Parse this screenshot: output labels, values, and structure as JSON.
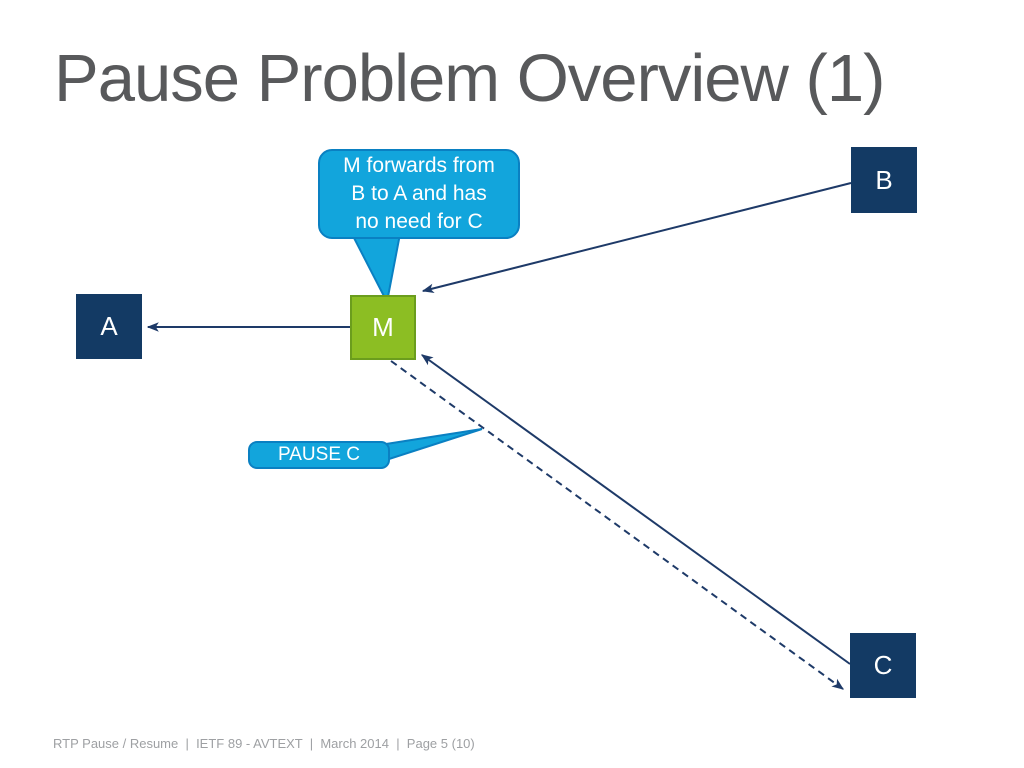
{
  "title": "Pause Problem Overview (1)",
  "nodes": {
    "a": "A",
    "b": "B",
    "c": "C",
    "m": "M"
  },
  "bubble": {
    "lines": [
      "M forwards from",
      "B to A and has",
      "no need for C"
    ]
  },
  "pause_callout": {
    "label": "PAUSE C"
  },
  "edges": [
    {
      "name": "b-to-m",
      "from": "B",
      "to": "M",
      "style": "solid-arrow"
    },
    {
      "name": "through-m",
      "from": "M top-right corner",
      "to": "M left edge",
      "style": "solid-arrow"
    },
    {
      "name": "m-to-a",
      "from": "M",
      "to": "A",
      "style": "solid-arrow"
    },
    {
      "name": "c-to-m",
      "from": "C",
      "to": "M",
      "style": "solid-arrow"
    },
    {
      "name": "m-to-c-paused",
      "from": "M",
      "to": "C",
      "style": "dashed-arrow"
    }
  ],
  "footer": "RTP Pause / Resume  |  IETF 89 - AVTEXT  |  March 2014  |  Page 5 (10)",
  "colors": {
    "navy": "#133A64",
    "green": "#8CBE23",
    "green_border": "#6B9D1D",
    "cyan": "#12A5DC",
    "cyan_border": "#0A80C2",
    "line": "#1E3A68",
    "title_gray": "#58595B",
    "footer_gray": "#9EA0A3"
  }
}
